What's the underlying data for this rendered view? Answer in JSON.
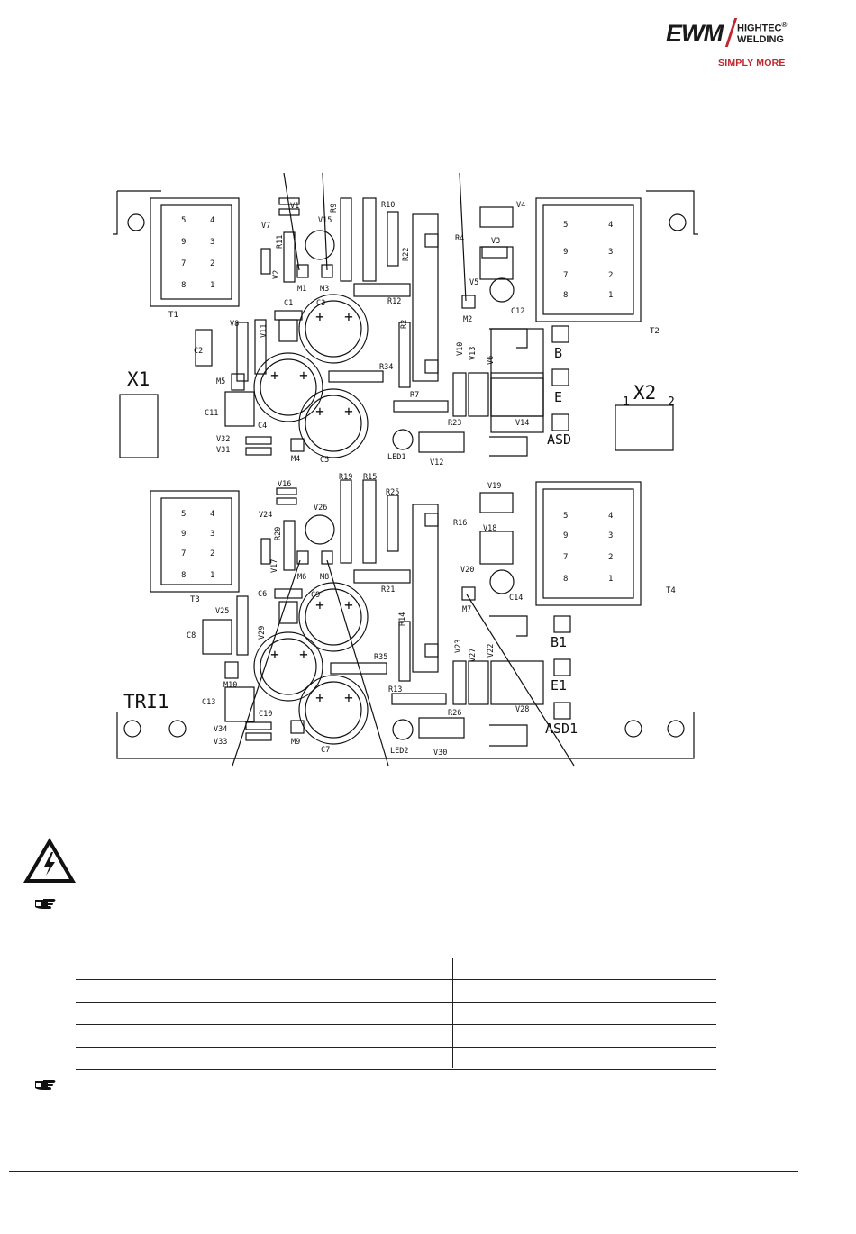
{
  "header": {
    "brand": "EWM",
    "brand_sub_line1": "HIGHTEC",
    "brand_sub_line2": "WELDING",
    "brand_reg": "®",
    "tagline": "SIMPLY MORE",
    "brand_color": "#c0272d"
  },
  "pcb": {
    "connectors": {
      "x1": "X1",
      "x2": "X2",
      "x2_pin1": "1",
      "x2_pin2": "2",
      "tri1": "TRI1"
    },
    "pads": [
      "B",
      "E",
      "ASD",
      "B1",
      "E1",
      "ASD1"
    ],
    "transformers": [
      "T1",
      "T2",
      "T3",
      "T4"
    ],
    "pin_digits": [
      "5",
      "4",
      "9",
      "3",
      "7",
      "2",
      "8",
      "1"
    ],
    "labels_top": [
      "V1",
      "V15",
      "R9",
      "R10",
      "V4",
      "V7",
      "R11",
      "V2",
      "M1",
      "M3",
      "R22",
      "R4",
      "V3",
      "V5",
      "M2",
      "C12",
      "C1",
      "C3",
      "R12",
      "V8",
      "V11",
      "R2",
      "V10",
      "V13",
      "V6",
      "C2",
      "R34",
      "M5",
      "R7",
      "X1",
      "C11",
      "C4",
      "C5",
      "R23",
      "V14",
      "V32",
      "V31",
      "M4",
      "LED1",
      "V12"
    ],
    "labels_bottom": [
      "V16",
      "R19",
      "R15",
      "R25",
      "V19",
      "V24",
      "V26",
      "R16",
      "V18",
      "R20",
      "V17",
      "M6",
      "M8",
      "V20",
      "C14",
      "T3",
      "C6",
      "C9",
      "R21",
      "M7",
      "R14",
      "V25",
      "V29",
      "V23",
      "V27",
      "V22",
      "C8",
      "R35",
      "M10",
      "R13",
      "C13",
      "V28",
      "R26",
      "C10",
      "V34",
      "V33",
      "M9",
      "C7",
      "LED2",
      "V30"
    ]
  },
  "table": {
    "rows": [
      [
        "",
        ""
      ],
      [
        "",
        ""
      ],
      [
        "",
        ""
      ],
      [
        "",
        ""
      ],
      [
        "",
        ""
      ]
    ]
  },
  "icons": {
    "warning": "high-voltage-warning-icon",
    "note": "pointing-hand-icon"
  }
}
